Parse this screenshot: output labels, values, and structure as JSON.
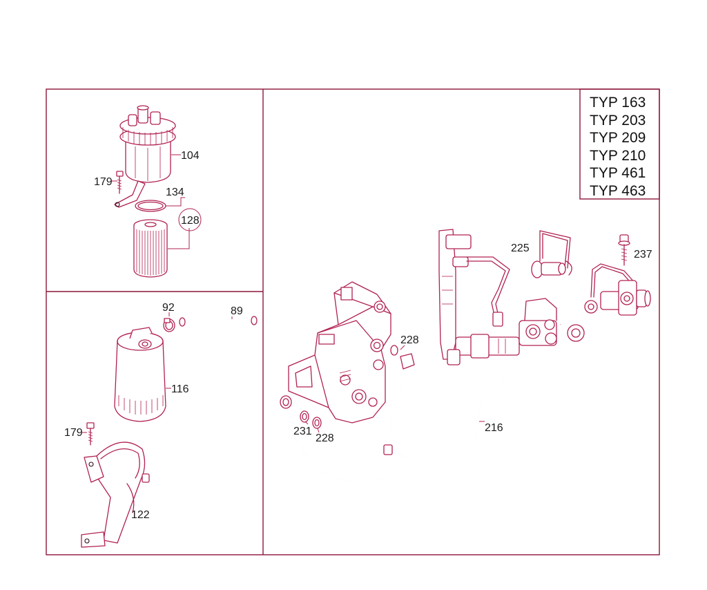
{
  "colors": {
    "frame": "#8b1538",
    "ink": "#b0204f",
    "text": "#1a1a1a"
  },
  "type_list": [
    "TYP 163",
    "TYP 203",
    "TYP 209",
    "TYP 210",
    "TYP 461",
    "TYP 463"
  ],
  "callouts": {
    "c104": "104",
    "c179a": "179",
    "c134": "134",
    "c128": "128",
    "c92": "92",
    "c89": "89",
    "c116": "116",
    "c179b": "179",
    "c122": "122",
    "c225": "225",
    "c237": "237",
    "c228a": "228",
    "c231": "231",
    "c228b": "228",
    "c216": "216"
  }
}
